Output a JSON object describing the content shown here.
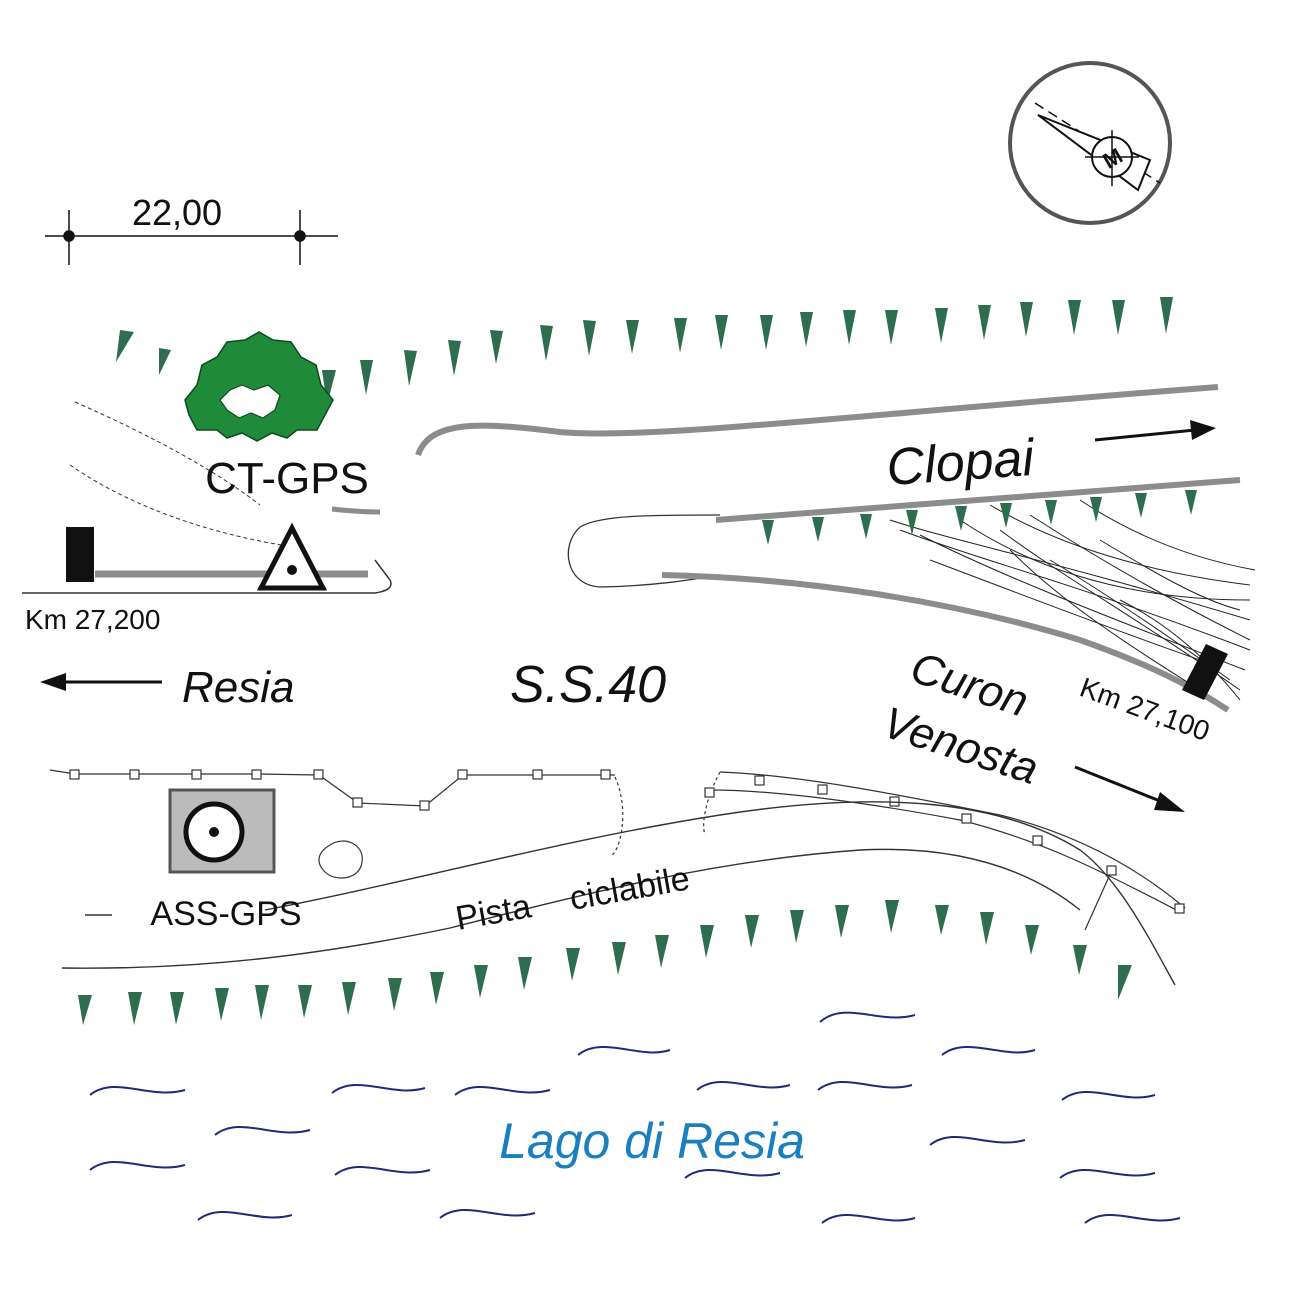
{
  "scale_bar": {
    "label": "22,00"
  },
  "labels": {
    "ct_gps": "CT-GPS",
    "ass_gps": "ASS-GPS",
    "km_left": "Km 27,200",
    "km_right": "Km 27,100",
    "resia": "Resia",
    "ss40": "S.S.40",
    "clopai": "Clopai",
    "curon": "Curon",
    "venosta": "Venosta",
    "pista": "Pista",
    "ciclabile": "ciclabile",
    "lake": "Lago di Resia"
  },
  "colors": {
    "tree": "#2e6e4e",
    "bush": "#1f8a3a",
    "road_edge": "#8c8c8c",
    "water": "#1f2a7a",
    "lake_label": "#1a7fbf",
    "ink": "#111111"
  },
  "icons": [
    "north-arrow-icon",
    "triangle-gps-icon",
    "benchmark-icon",
    "bush-icon",
    "tree-symbol-icon",
    "water-wave-icon"
  ]
}
